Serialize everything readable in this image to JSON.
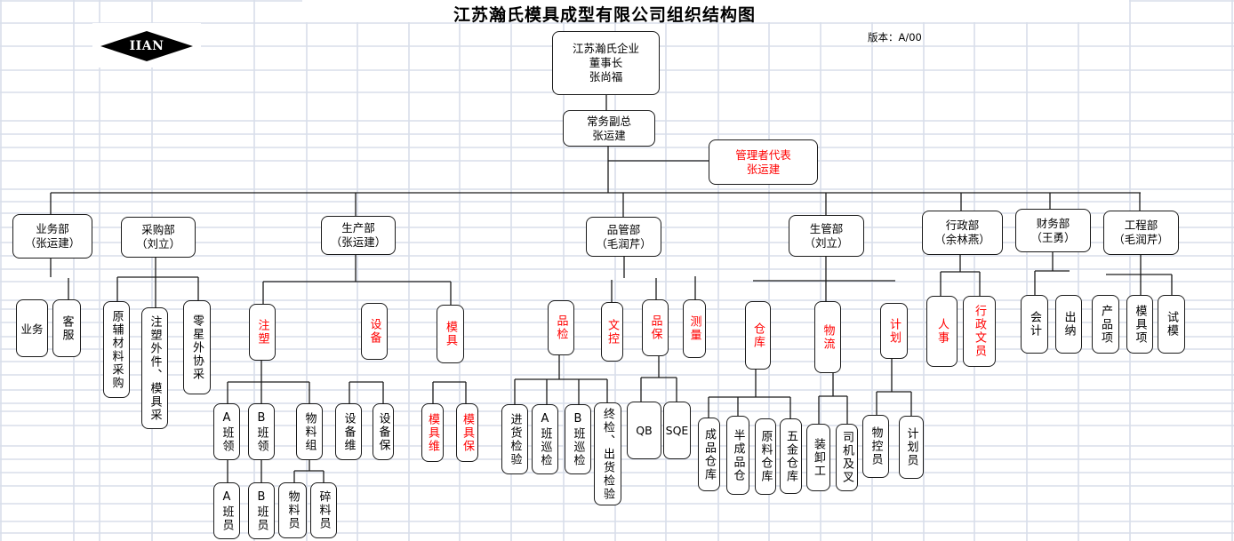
{
  "title": "江苏瀚氏模具成型有限公司组织结构图",
  "version": "版本：A/00",
  "logo": {
    "text": "IIAN",
    "icon": "diamond-logo"
  },
  "colors": {
    "highlight": "#ff0000",
    "text": "#000000",
    "lines": "#1a1a1a",
    "grid": "#d8deea"
  },
  "top": {
    "chairman": {
      "lines": [
        "江苏瀚氏企业",
        "董事长",
        "张尚福"
      ]
    },
    "deputy": {
      "lines": [
        "常务副总",
        "张运建"
      ]
    },
    "management_rep": {
      "lines": [
        "管理者代表",
        "张运建"
      ],
      "highlight": true
    }
  },
  "departments": [
    {
      "name": "业务部",
      "head": "（张运建）",
      "units": [
        {
          "label": "业务"
        },
        {
          "label": "客服"
        }
      ]
    },
    {
      "name": "采购部",
      "head": "（刘立）",
      "units": [
        {
          "label": "原辅材料采购"
        },
        {
          "label": "注塑外件、模具采"
        },
        {
          "label": "零星外协采"
        }
      ]
    },
    {
      "name": "生产部",
      "head": "（张运建）",
      "units": [
        {
          "label": "注塑",
          "highlight": true,
          "units": [
            {
              "label": "A班领",
              "units": [
                {
                  "label": "A班员"
                }
              ]
            },
            {
              "label": "B班领",
              "units": [
                {
                  "label": "B班员"
                }
              ]
            },
            {
              "label": "物料组",
              "units": [
                {
                  "label": "物料员"
                },
                {
                  "label": "碎料员"
                }
              ]
            }
          ]
        },
        {
          "label": "设备",
          "highlight": true,
          "units": [
            {
              "label": "设备维"
            },
            {
              "label": "设备保"
            }
          ]
        },
        {
          "label": "模具",
          "highlight": true,
          "units": [
            {
              "label": "模具维",
              "highlight": true
            },
            {
              "label": "模具保",
              "highlight": true
            }
          ]
        }
      ]
    },
    {
      "name": "品管部",
      "head": "（毛润芹）",
      "units": [
        {
          "label": "品检",
          "highlight": true,
          "units": [
            {
              "label": "进货检验"
            },
            {
              "label": "A班巡检"
            },
            {
              "label": "B班巡检"
            },
            {
              "label": "终检、出货检验"
            }
          ]
        },
        {
          "label": "文控",
          "highlight": true
        },
        {
          "label": "品保",
          "highlight": true,
          "units": [
            {
              "label": "QB"
            },
            {
              "label": "SQE"
            }
          ]
        },
        {
          "label": "测量",
          "highlight": true
        }
      ]
    },
    {
      "name": "生管部",
      "head": "（刘立）",
      "units": [
        {
          "label": "仓库",
          "highlight": true,
          "units": [
            {
              "label": "成品仓库"
            },
            {
              "label": "半成品仓"
            },
            {
              "label": "原料仓库"
            },
            {
              "label": "五金仓库"
            }
          ]
        },
        {
          "label": "物流",
          "highlight": true,
          "units": [
            {
              "label": "装卸工"
            },
            {
              "label": "司机及叉"
            }
          ]
        },
        {
          "label": "计划",
          "highlight": true,
          "units": [
            {
              "label": "物控员"
            },
            {
              "label": "计划员"
            }
          ]
        }
      ]
    },
    {
      "name": "行政部",
      "head": "（余林燕）",
      "units": [
        {
          "label": "人事",
          "highlight": true
        },
        {
          "label": "行政文员",
          "highlight": true
        }
      ]
    },
    {
      "name": "财务部",
      "head": "（王勇）",
      "units": [
        {
          "label": "会计"
        },
        {
          "label": "出纳"
        }
      ]
    },
    {
      "name": "工程部",
      "head": "（毛润芹）",
      "units": [
        {
          "label": "产品项"
        },
        {
          "label": "模具项"
        },
        {
          "label": "试模"
        }
      ]
    }
  ]
}
